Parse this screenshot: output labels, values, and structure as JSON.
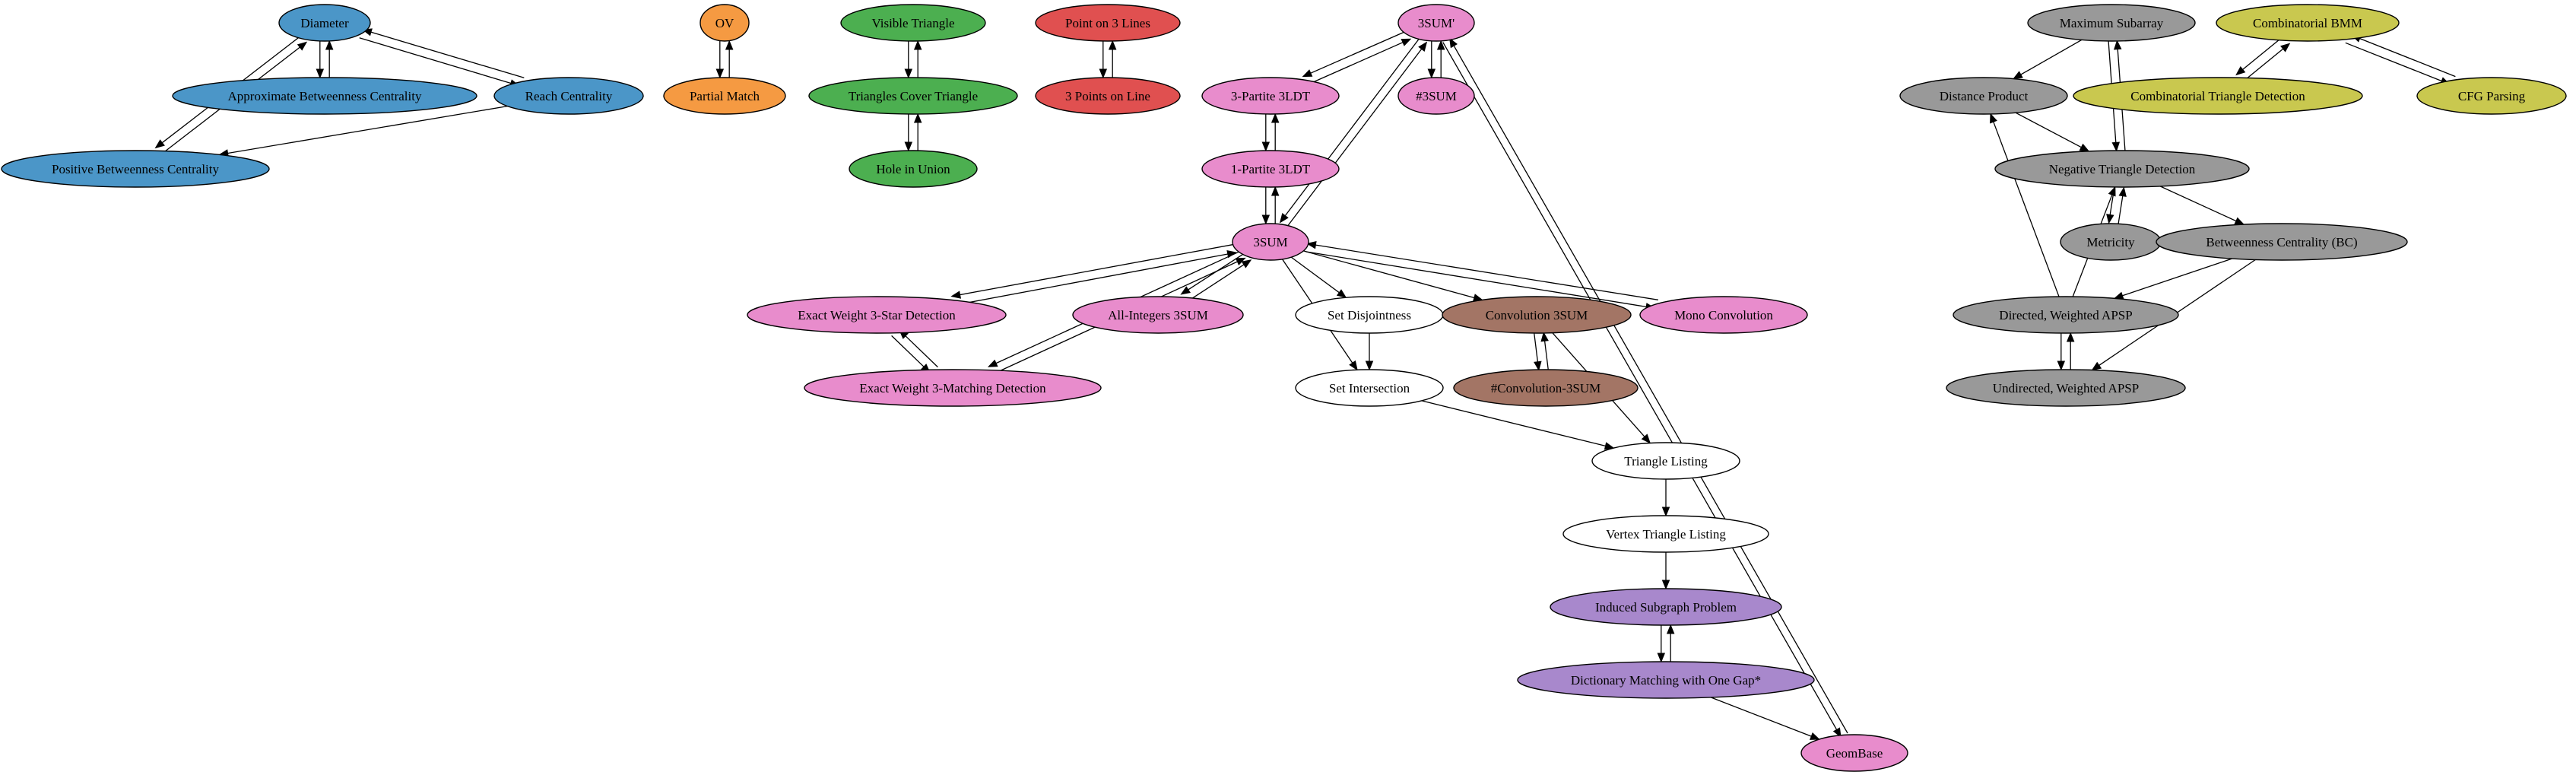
{
  "graph": {
    "palette": {
      "blue": "#4b96c8",
      "orange": "#f59a42",
      "green": "#4caf50",
      "red": "#e05050",
      "pink": "#e88ccc",
      "brown": "#a37565",
      "white": "#ffffff",
      "purple": "#a888cc",
      "gray": "#999999",
      "olive": "#c9c84f"
    },
    "nodes": [
      {
        "id": "diameter",
        "label": "Diameter",
        "color": "blue"
      },
      {
        "id": "abc",
        "label": "Approximate Betweenness Centrality",
        "color": "blue"
      },
      {
        "id": "reach",
        "label": "Reach Centrality",
        "color": "blue"
      },
      {
        "id": "pbc",
        "label": "Positive Betweenness Centrality",
        "color": "blue"
      },
      {
        "id": "ov",
        "label": "OV",
        "color": "orange"
      },
      {
        "id": "pm",
        "label": "Partial Match",
        "color": "orange"
      },
      {
        "id": "vt",
        "label": "Visible Triangle",
        "color": "green"
      },
      {
        "id": "tct",
        "label": "Triangles Cover Triangle",
        "color": "green"
      },
      {
        "id": "hiu",
        "label": "Hole in Union",
        "color": "green"
      },
      {
        "id": "po3l",
        "label": "Point on 3 Lines",
        "color": "red"
      },
      {
        "id": "3pol",
        "label": "3 Points on Line",
        "color": "red"
      },
      {
        "id": "s3p",
        "label": "3SUM'",
        "color": "pink"
      },
      {
        "id": "p3ldt",
        "label": "3-Partite 3LDT",
        "color": "pink"
      },
      {
        "id": "h3sum",
        "label": "#3SUM",
        "color": "pink"
      },
      {
        "id": "1p3ldt",
        "label": "1-Partite 3LDT",
        "color": "pink"
      },
      {
        "id": "s3",
        "label": "3SUM",
        "color": "pink"
      },
      {
        "id": "ew3s",
        "label": "Exact Weight 3-Star Detection",
        "color": "pink"
      },
      {
        "id": "ai3",
        "label": "All-Integers 3SUM",
        "color": "pink"
      },
      {
        "id": "sd",
        "label": "Set Disjointness",
        "color": "white"
      },
      {
        "id": "c3",
        "label": "Convolution 3SUM",
        "color": "brown"
      },
      {
        "id": "mono",
        "label": "Mono Convolution",
        "color": "pink"
      },
      {
        "id": "ew3m",
        "label": "Exact Weight 3-Matching Detection",
        "color": "pink"
      },
      {
        "id": "si",
        "label": "Set Intersection",
        "color": "white"
      },
      {
        "id": "hc3",
        "label": "#Convolution-3SUM",
        "color": "brown"
      },
      {
        "id": "tl",
        "label": "Triangle Listing",
        "color": "white"
      },
      {
        "id": "vtl",
        "label": "Vertex Triangle Listing",
        "color": "white"
      },
      {
        "id": "isp",
        "label": "Induced Subgraph Problem",
        "color": "purple"
      },
      {
        "id": "dm",
        "label": "Dictionary Matching with One Gap*",
        "color": "purple"
      },
      {
        "id": "gb",
        "label": "GeomBase",
        "color": "pink"
      },
      {
        "id": "ms",
        "label": "Maximum Subarray",
        "color": "gray"
      },
      {
        "id": "dp",
        "label": "Distance Product",
        "color": "gray"
      },
      {
        "id": "ntd",
        "label": "Negative Triangle Detection",
        "color": "gray"
      },
      {
        "id": "met",
        "label": "Metricity",
        "color": "gray"
      },
      {
        "id": "bc",
        "label": "Betweenness Centrality (BC)",
        "color": "gray"
      },
      {
        "id": "dwa",
        "label": "Directed, Weighted APSP",
        "color": "gray"
      },
      {
        "id": "uwa",
        "label": "Undirected, Weighted APSP",
        "color": "gray"
      },
      {
        "id": "cbmm",
        "label": "Combinatorial BMM",
        "color": "olive"
      },
      {
        "id": "ctd",
        "label": "Combinatorial Triangle Detection",
        "color": "olive"
      },
      {
        "id": "cfg",
        "label": "CFG Parsing",
        "color": "olive"
      }
    ],
    "edges": [
      {
        "from": "diameter",
        "to": "abc"
      },
      {
        "from": "abc",
        "to": "diameter"
      },
      {
        "from": "diameter",
        "to": "reach"
      },
      {
        "from": "reach",
        "to": "diameter"
      },
      {
        "from": "diameter",
        "to": "pbc"
      },
      {
        "from": "pbc",
        "to": "diameter"
      },
      {
        "from": "reach",
        "to": "pbc"
      },
      {
        "from": "ov",
        "to": "pm"
      },
      {
        "from": "pm",
        "to": "ov"
      },
      {
        "from": "vt",
        "to": "tct"
      },
      {
        "from": "tct",
        "to": "vt"
      },
      {
        "from": "tct",
        "to": "hiu"
      },
      {
        "from": "hiu",
        "to": "tct"
      },
      {
        "from": "po3l",
        "to": "3pol"
      },
      {
        "from": "3pol",
        "to": "po3l"
      },
      {
        "from": "s3p",
        "to": "p3ldt"
      },
      {
        "from": "p3ldt",
        "to": "s3p"
      },
      {
        "from": "s3p",
        "to": "h3sum"
      },
      {
        "from": "h3sum",
        "to": "s3p"
      },
      {
        "from": "p3ldt",
        "to": "1p3ldt"
      },
      {
        "from": "1p3ldt",
        "to": "p3ldt"
      },
      {
        "from": "1p3ldt",
        "to": "s3"
      },
      {
        "from": "s3",
        "to": "1p3ldt"
      },
      {
        "from": "s3",
        "to": "s3p"
      },
      {
        "from": "s3p",
        "to": "s3"
      },
      {
        "from": "s3",
        "to": "ew3s"
      },
      {
        "from": "ew3s",
        "to": "s3"
      },
      {
        "from": "s3",
        "to": "ai3"
      },
      {
        "from": "ai3",
        "to": "s3"
      },
      {
        "from": "s3",
        "to": "sd"
      },
      {
        "from": "s3",
        "to": "si"
      },
      {
        "from": "s3",
        "to": "c3"
      },
      {
        "from": "s3",
        "to": "mono"
      },
      {
        "from": "mono",
        "to": "s3"
      },
      {
        "from": "s3",
        "to": "ew3m"
      },
      {
        "from": "ew3m",
        "to": "s3"
      },
      {
        "from": "ew3s",
        "to": "ew3m"
      },
      {
        "from": "ew3m",
        "to": "ew3s"
      },
      {
        "from": "sd",
        "to": "si"
      },
      {
        "from": "si",
        "to": "tl"
      },
      {
        "from": "c3",
        "to": "hc3"
      },
      {
        "from": "hc3",
        "to": "c3"
      },
      {
        "from": "c3",
        "to": "tl"
      },
      {
        "from": "tl",
        "to": "vtl"
      },
      {
        "from": "vtl",
        "to": "isp"
      },
      {
        "from": "isp",
        "to": "dm"
      },
      {
        "from": "dm",
        "to": "isp"
      },
      {
        "from": "dm",
        "to": "gb"
      },
      {
        "from": "s3p",
        "to": "gb"
      },
      {
        "from": "gb",
        "to": "s3p"
      },
      {
        "from": "ms",
        "to": "dp"
      },
      {
        "from": "ms",
        "to": "ntd"
      },
      {
        "from": "ntd",
        "to": "ms"
      },
      {
        "from": "dp",
        "to": "ntd"
      },
      {
        "from": "ntd",
        "to": "met"
      },
      {
        "from": "met",
        "to": "ntd"
      },
      {
        "from": "ntd",
        "to": "bc"
      },
      {
        "from": "bc",
        "to": "dwa"
      },
      {
        "from": "bc",
        "to": "uwa"
      },
      {
        "from": "dwa",
        "to": "dp"
      },
      {
        "from": "dwa",
        "to": "ntd"
      },
      {
        "from": "dwa",
        "to": "uwa"
      },
      {
        "from": "uwa",
        "to": "dwa"
      },
      {
        "from": "cbmm",
        "to": "ctd"
      },
      {
        "from": "ctd",
        "to": "cbmm"
      },
      {
        "from": "cbmm",
        "to": "cfg"
      },
      {
        "from": "cfg",
        "to": "cbmm"
      }
    ]
  }
}
